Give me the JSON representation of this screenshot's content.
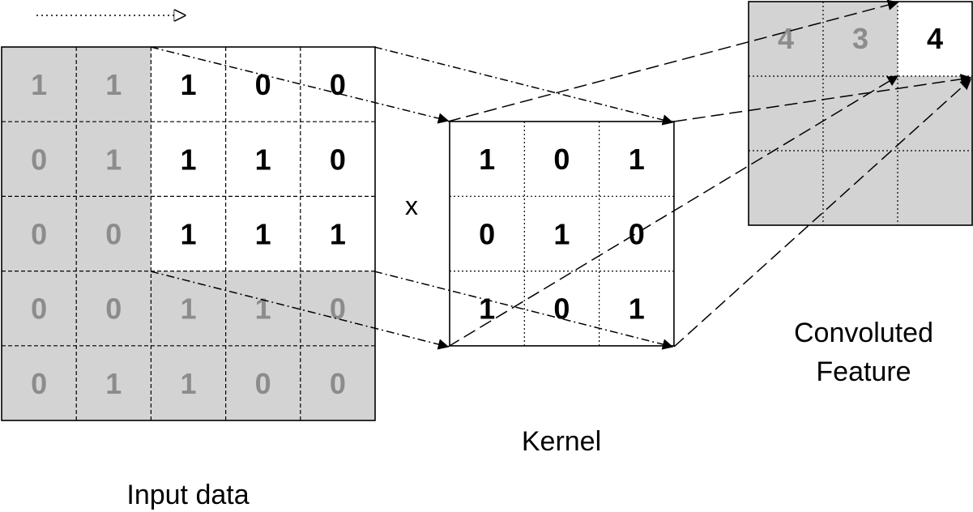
{
  "colors": {
    "shaded": "#d3d3d3",
    "active_text": "#000000",
    "dim_text": "#8c8c8c",
    "line": "#000000"
  },
  "input": {
    "label": "Input data",
    "values": [
      [
        "1",
        "1",
        "1",
        "0",
        "0"
      ],
      [
        "0",
        "1",
        "1",
        "1",
        "0"
      ],
      [
        "0",
        "0",
        "1",
        "1",
        "1"
      ],
      [
        "0",
        "0",
        "1",
        "1",
        "0"
      ],
      [
        "0",
        "1",
        "1",
        "0",
        "0"
      ]
    ],
    "active_window": {
      "row_start": 0,
      "col_start": 2,
      "size": 3
    }
  },
  "operator": "x",
  "kernel": {
    "label": "Kernel",
    "values": [
      [
        "1",
        "0",
        "1"
      ],
      [
        "0",
        "1",
        "0"
      ],
      [
        "1",
        "0",
        "1"
      ]
    ]
  },
  "output": {
    "label_line1": "Convoluted",
    "label_line2": "Feature",
    "values": [
      [
        "4",
        "3",
        "4"
      ],
      [
        "",
        "",
        ""
      ],
      [
        "",
        "",
        ""
      ]
    ],
    "active_cell": {
      "row": 0,
      "col": 2
    }
  }
}
